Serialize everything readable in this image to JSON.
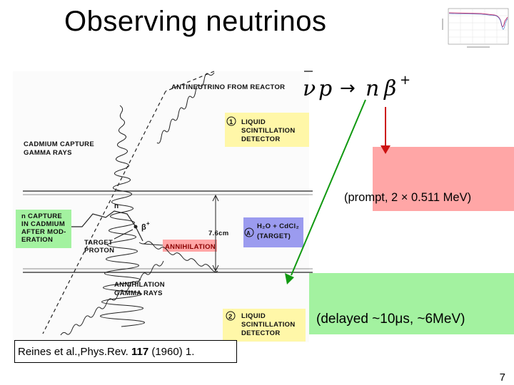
{
  "slide": {
    "title": "Observing neutrinos",
    "page_number": "7"
  },
  "reaction": {
    "particle_1": "ν",
    "particle_2": "p",
    "arrow": "→",
    "particle_3": "n",
    "particle_4": "β",
    "charge": "+"
  },
  "diagram": {
    "labels": {
      "antineutrino": "ANTINEUTRINO FROM REACTOR",
      "cadmium_capture_1": "CADMIUM CAPTURE",
      "cadmium_capture_2": "GAMMA RAYS",
      "detector1_num": "1",
      "detector1_l1": "LIQUID",
      "detector1_l2": "SCINTILLATION",
      "detector1_l3": "DETECTOR",
      "n_capture_1": "n CAPTURE",
      "n_capture_2": "IN CADMIUM",
      "n_capture_3": "AFTER MOD-",
      "n_capture_4": "ERATION",
      "target_proton_1": "TARGET",
      "target_proton_2": "PROTON",
      "neutron": "n",
      "beta": "β",
      "beta_charge": "+",
      "annihilation": "ANNIHILATION",
      "thickness": "7.6cm",
      "target_num": "A",
      "target_l1": "H₂O + CdCl₂",
      "target_l2": "(TARGET)",
      "annihilation_gamma_1": "ANNIHILATION",
      "annihilation_gamma_2": "GAMMA RAYS",
      "detector2_num": "2",
      "detector2_l1": "LIQUID",
      "detector2_l2": "SCINTILLATION",
      "detector2_l3": "DETECTOR"
    }
  },
  "signals": {
    "prompt": "(prompt, 2 × 0.511 MeV)",
    "delayed": "(delayed ~10μs, ~6MeV)"
  },
  "citation": {
    "authors": "Reines et al.,Phys.Rev.",
    "volume": "117",
    "rest": " (1960) 1."
  },
  "colors": {
    "prompt_box": "#ffa6a6",
    "delayed_box": "#a3f2a0",
    "detector_box": "#fff7a8",
    "target_box": "#9b9bef",
    "red_arrow": "#cc1111",
    "green_arrow": "#119911"
  }
}
